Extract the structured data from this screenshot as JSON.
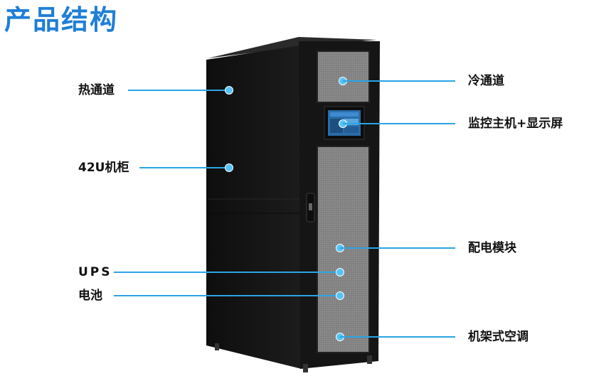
{
  "title": "产品结构",
  "callouts": {
    "hot_aisle": "热通道",
    "rack": "42U机柜",
    "ups": "UPS",
    "battery": "电池",
    "cold_aisle": "冷通道",
    "monitor": "监控主机+显示屏",
    "pdu": "配电模块",
    "ac": "机架式空调"
  },
  "colors": {
    "title": "#1f7fd6",
    "leader_line": "#2aa4e6",
    "dot": "#57c3f5",
    "cabinet": "#141414"
  }
}
